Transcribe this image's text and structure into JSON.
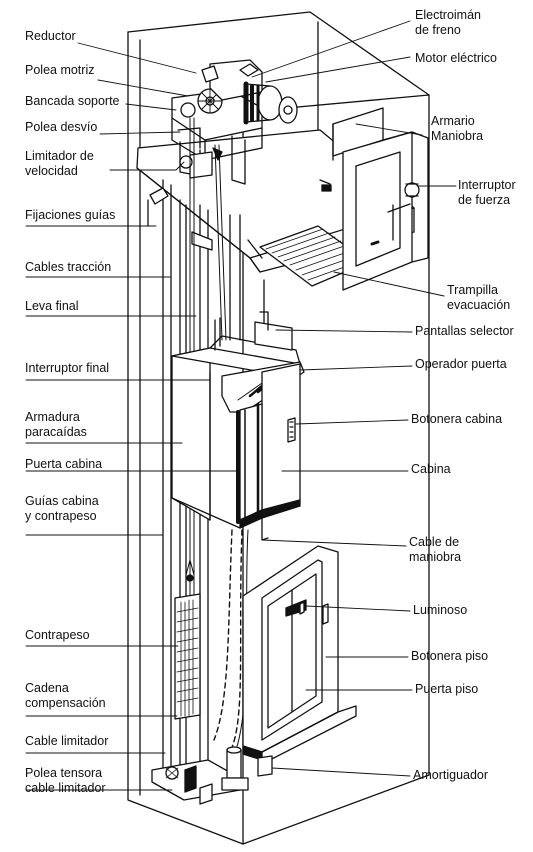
{
  "labels_left": [
    {
      "id": "reductor",
      "text": "Reductor"
    },
    {
      "id": "polea-motriz",
      "text": "Polea motriz"
    },
    {
      "id": "bancada-soporte",
      "text": "Bancada soporte"
    },
    {
      "id": "polea-desvio",
      "text": "Polea desvío"
    },
    {
      "id": "limitador-velocidad",
      "text": "Limitador de\nvelocidad"
    },
    {
      "id": "fijaciones-guias",
      "text": "Fijaciones guías"
    },
    {
      "id": "cables-traccion",
      "text": "Cables tracción"
    },
    {
      "id": "leva-final",
      "text": "Leva final"
    },
    {
      "id": "interruptor-final",
      "text": "Interruptor final"
    },
    {
      "id": "armadura-paracaidas",
      "text": "Armadura\nparacaídas"
    },
    {
      "id": "puerta-cabina",
      "text": "Puerta cabina"
    },
    {
      "id": "guias-cabina",
      "text": "Guías cabina\ny contrapeso"
    },
    {
      "id": "contrapeso",
      "text": "Contrapeso"
    },
    {
      "id": "cadena-compensacion",
      "text": "Cadena\ncompensación"
    },
    {
      "id": "cable-limitador",
      "text": "Cable limitador"
    },
    {
      "id": "polea-tensora",
      "text": "Polea tensora\ncable limitador"
    }
  ],
  "labels_right": [
    {
      "id": "electroiman-freno",
      "text": "Electroimán\nde freno"
    },
    {
      "id": "motor-electrico",
      "text": "Motor eléctrico"
    },
    {
      "id": "armario-maniobra",
      "text": "Armario\nManiobra"
    },
    {
      "id": "interruptor-fuerza",
      "text": "Interruptor\nde fuerza"
    },
    {
      "id": "trampilla-evacuacion",
      "text": "Trampilla\nevacuación"
    },
    {
      "id": "pantallas-selector",
      "text": "Pantallas selector"
    },
    {
      "id": "operador-puerta",
      "text": "Operador puerta"
    },
    {
      "id": "botonera-cabina",
      "text": "Botonera cabina"
    },
    {
      "id": "cabina",
      "text": "Cabina"
    },
    {
      "id": "cable-maniobra",
      "text": "Cable de\nmaniobra"
    },
    {
      "id": "luminoso",
      "text": "Luminoso"
    },
    {
      "id": "botonera-piso",
      "text": "Botonera piso"
    },
    {
      "id": "puerta-piso",
      "text": "Puerta piso"
    },
    {
      "id": "amortiguador",
      "text": "Amortiguador"
    }
  ]
}
